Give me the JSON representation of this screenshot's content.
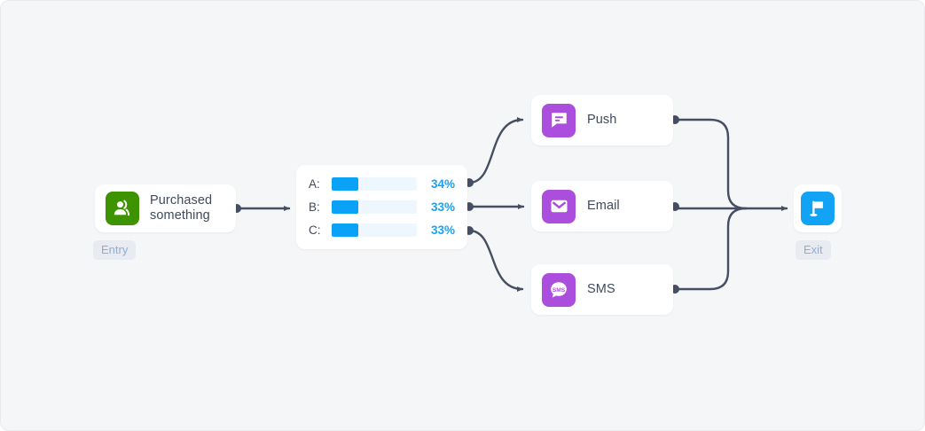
{
  "canvas": {
    "background_color": "#f5f6f7",
    "entry_badge": "Entry",
    "exit_badge": "Exit"
  },
  "entry_node": {
    "label": "Purchased\nsomething",
    "icon": "audience-people-icon",
    "icon_color": "#3d9400"
  },
  "split_node": {
    "icon": "split-bars",
    "rows": [
      {
        "key": "A:",
        "percent": "34%",
        "fill": 34
      },
      {
        "key": "B:",
        "percent": "33%",
        "fill": 33
      },
      {
        "key": "C:",
        "percent": "33%",
        "fill": 33
      }
    ],
    "bar_fill_color": "#0aa2f7",
    "bar_track_color": "#eff7fe",
    "percent_color": "#17a3f5"
  },
  "channels": [
    {
      "label": "Push",
      "icon": "push-message-bubble-icon",
      "icon_color": "#ab4ede"
    },
    {
      "label": "Email",
      "icon": "email-envelope-icon",
      "icon_color": "#ab4ede"
    },
    {
      "label": "SMS",
      "icon": "sms-bubble-icon",
      "icon_color": "#ab4ede"
    }
  ],
  "exit_node": {
    "icon": "flag-icon",
    "icon_color": "#12a3f5"
  },
  "connectors": {
    "line_color": "#454e63",
    "dot_color": "#454e63"
  }
}
